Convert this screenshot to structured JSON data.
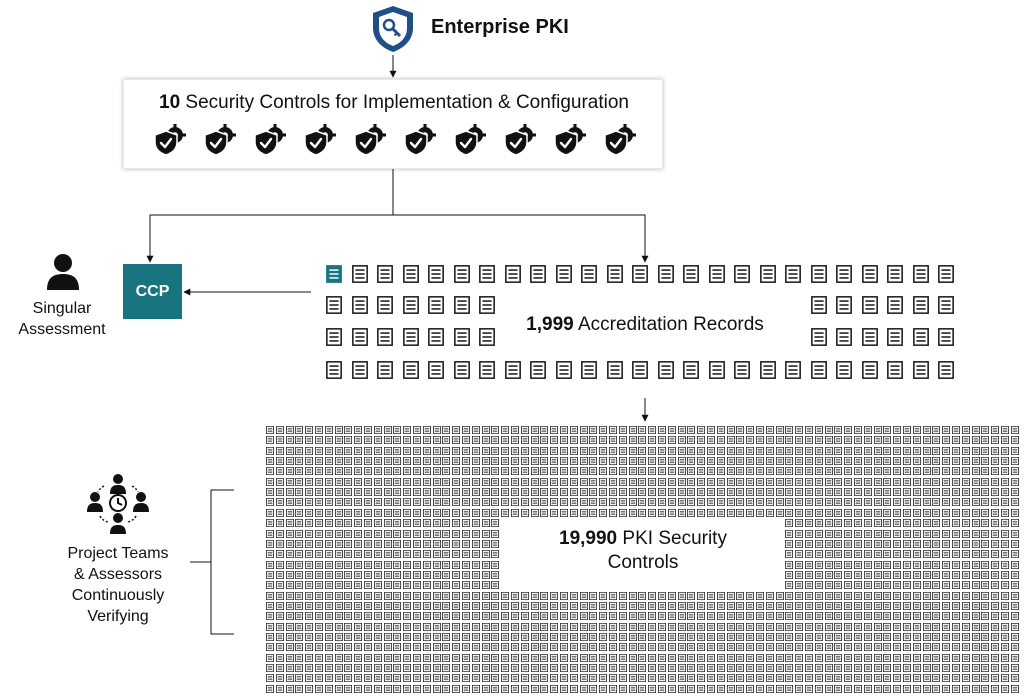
{
  "header": {
    "title": "Enterprise PKI",
    "icon": "shield-key-icon"
  },
  "controls_box": {
    "count": "10",
    "label_rest": " Security Controls for Implementation & Configuration",
    "icon": "shield-gear-check-icon",
    "icon_count": 10
  },
  "ccp": {
    "label": "CCP",
    "color": "#187580"
  },
  "singular": {
    "icon": "person-icon",
    "line1": "Singular",
    "line2": "Assessment"
  },
  "records": {
    "count": "1,999",
    "label_rest": " Accreditation Records",
    "icon": "document-icon",
    "highlight_color": "#187580"
  },
  "pki_controls": {
    "count": "19,990",
    "label_rest": " PKI Security",
    "label_line2": "Controls",
    "icon": "mini-document-icon"
  },
  "teams": {
    "icon": "team-clock-icon",
    "line1": "Project Teams",
    "line2": "& Assessors",
    "line3": "Continuously",
    "line4": "Verifying"
  }
}
